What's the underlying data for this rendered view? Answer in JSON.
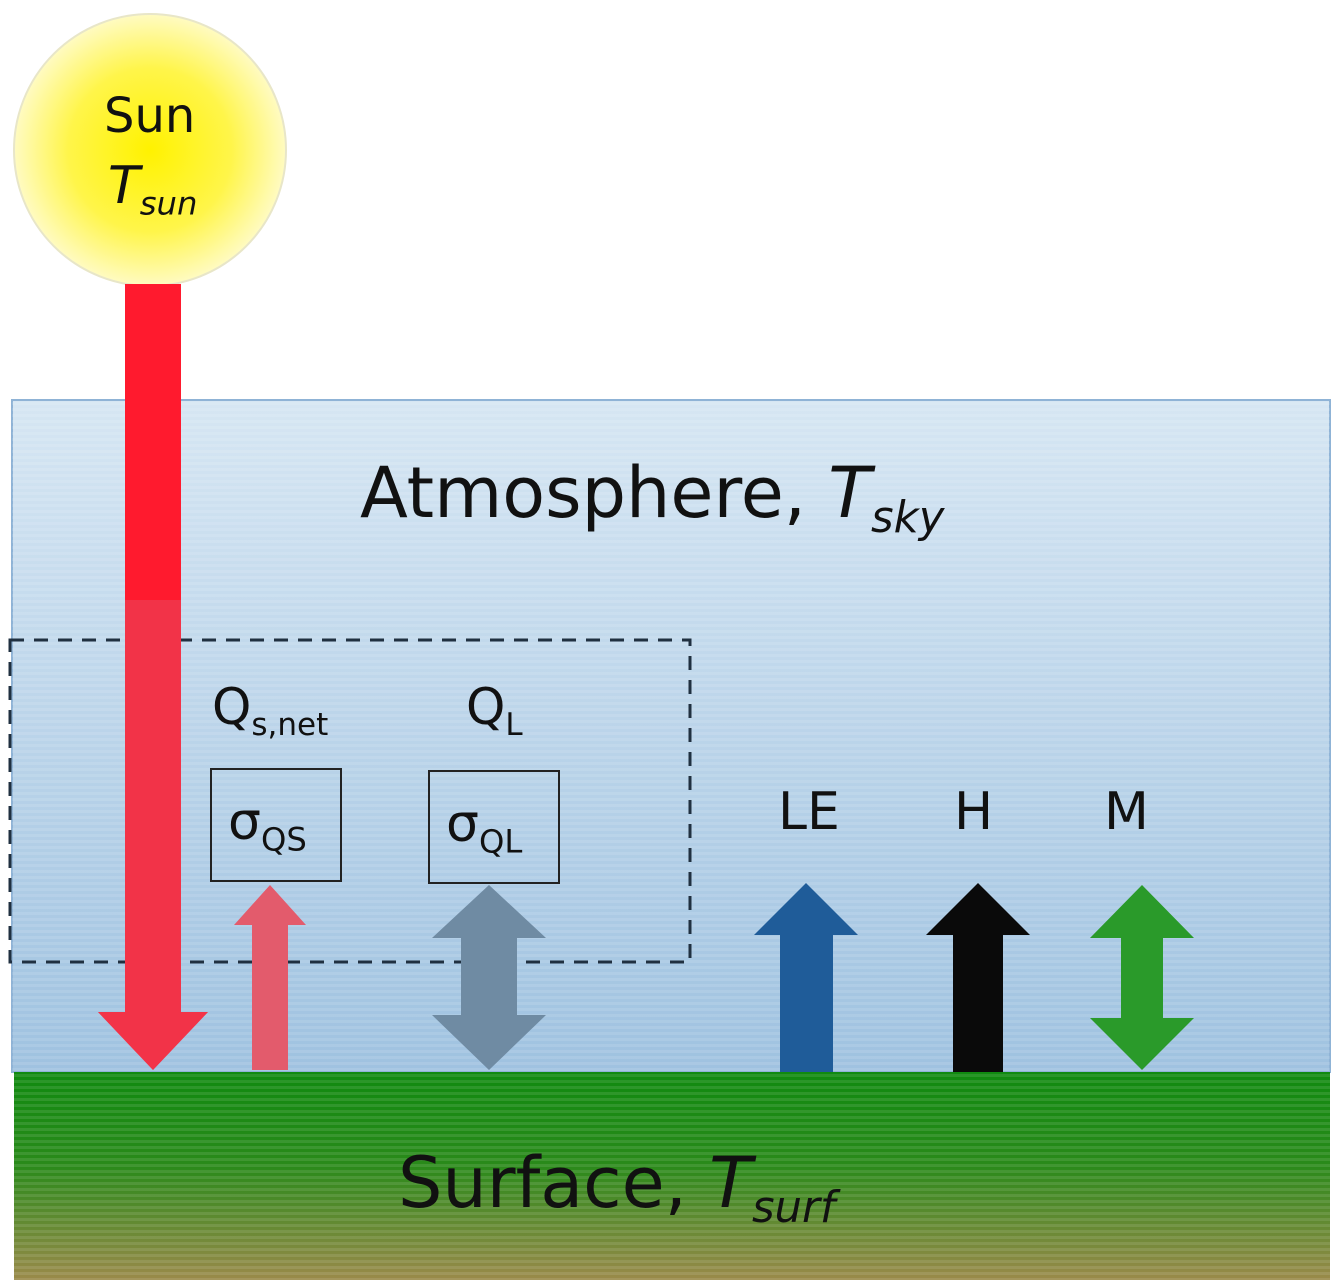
{
  "sun": {
    "name": "Sun",
    "temp_symbol": "T",
    "temp_sub": "sun",
    "color": "#fff23a"
  },
  "atmosphere": {
    "name": "Atmosphere, ",
    "temp_symbol": "T",
    "temp_sub": "sky",
    "color": "#bcd5ea"
  },
  "surface": {
    "name": "Surface, ",
    "temp_symbol": "T",
    "temp_sub": "surf",
    "color": "#1f8a1a"
  },
  "fluxes": {
    "qs_net": {
      "symbol": "Q",
      "sub": "s,net",
      "sigma": "σ",
      "sigma_sub": "QS",
      "color": "#e35b6c"
    },
    "ql": {
      "symbol": "Q",
      "sub": "L",
      "sigma": "σ",
      "sigma_sub": "QL",
      "color": "#6f8ba3"
    },
    "le": {
      "label": "LE",
      "color": "#1f5c99"
    },
    "h": {
      "label": "H",
      "color": "#0a0a0a"
    },
    "m": {
      "label": "M",
      "color": "#2a9a2a"
    }
  },
  "colors": {
    "solar_beam": "#ff1a2e"
  }
}
